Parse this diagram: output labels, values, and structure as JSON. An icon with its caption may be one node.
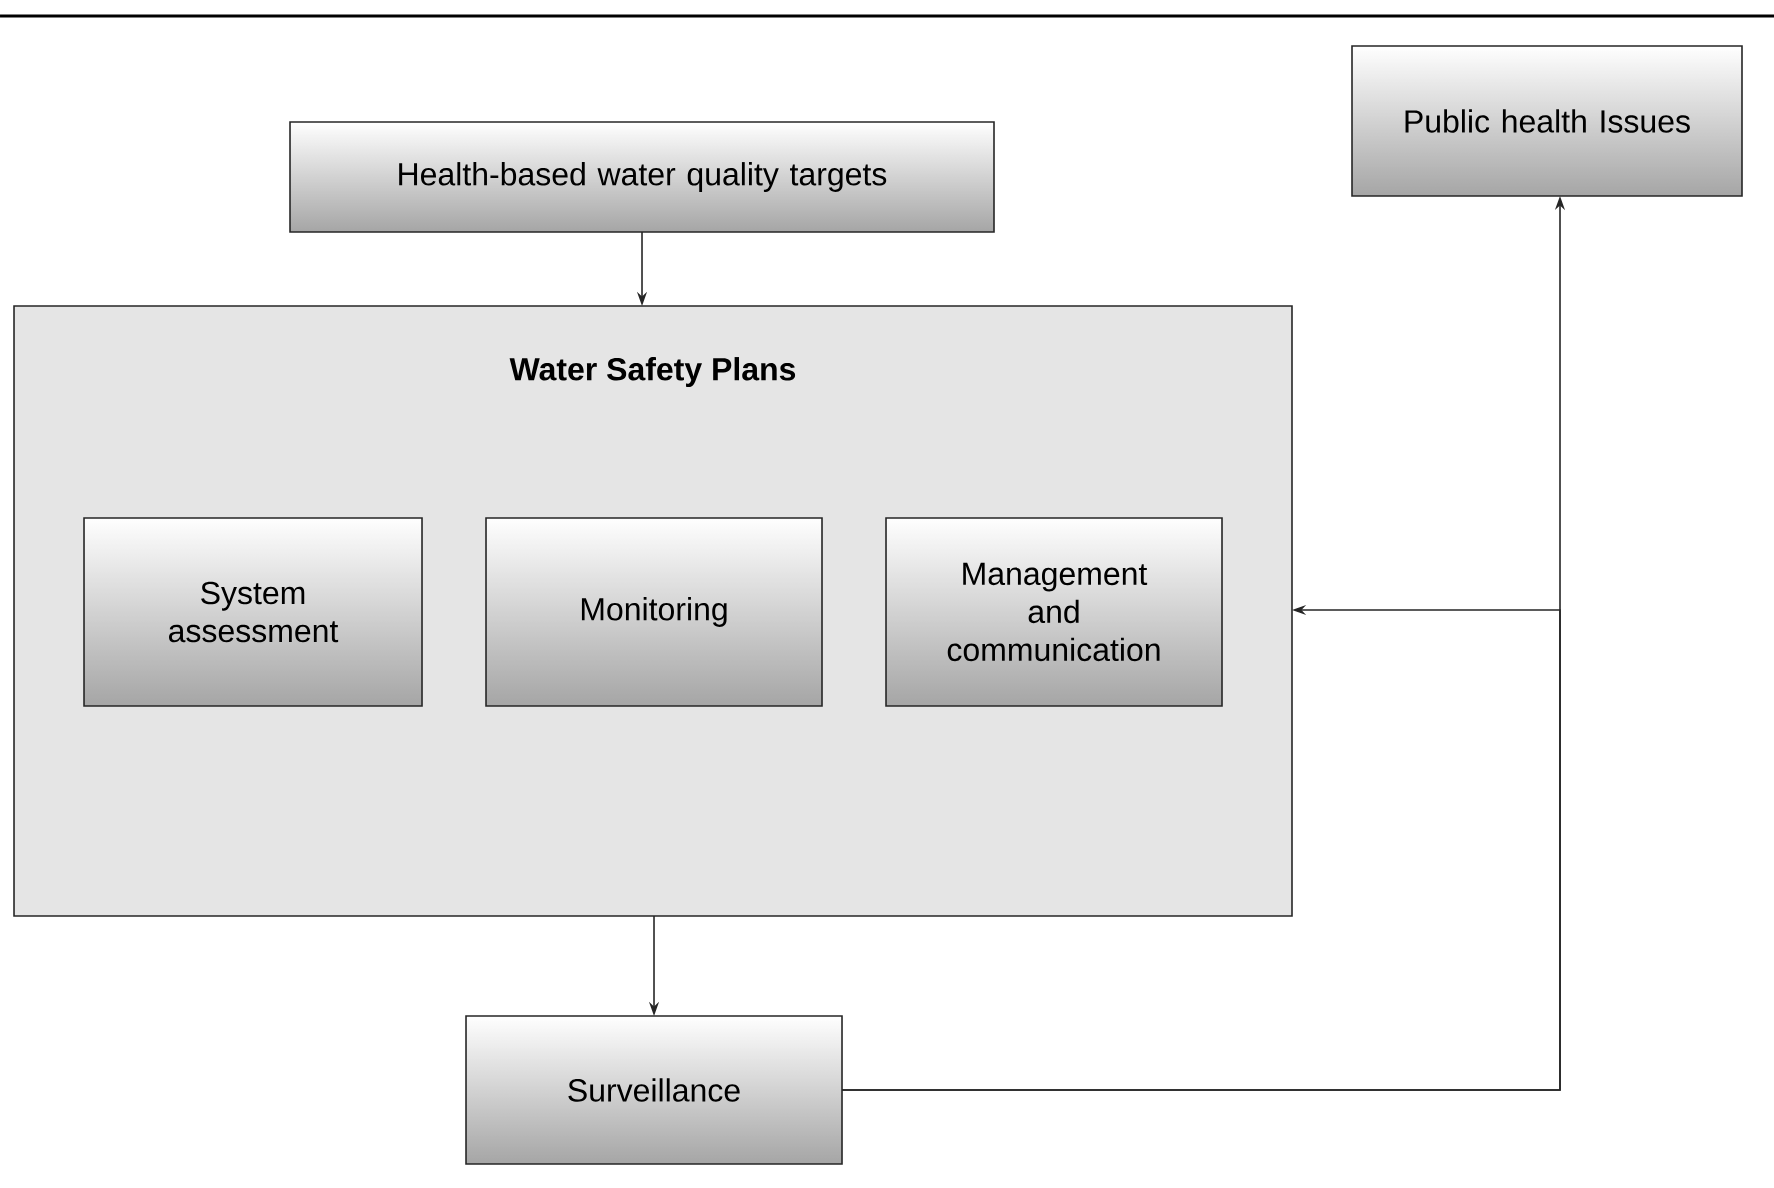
{
  "diagram": {
    "nodes": [
      {
        "text": [
          "Health-based water quality targets"
        ]
      },
      {
        "text": [
          "Public health Issues"
        ]
      },
      {
        "text": [
          "Water Safety Plans"
        ]
      },
      {
        "text": [
          "System assessment"
        ],
        "in": 2
      },
      {
        "text": [
          "Monitoring"
        ],
        "in": 2
      },
      {
        "text": [
          "Management and communication"
        ],
        "in": 2
      },
      {
        "text": [
          "Surveillance"
        ]
      }
    ],
    "edges": [
      {
        "from": 0,
        "to": 2,
        "arrow": "to"
      },
      {
        "from": 2,
        "to": 6,
        "arrow": "to"
      },
      {
        "from": 6,
        "to": 1,
        "arrow": "to"
      },
      {
        "from": 6,
        "to": 2,
        "arrow": "to"
      }
    ]
  }
}
